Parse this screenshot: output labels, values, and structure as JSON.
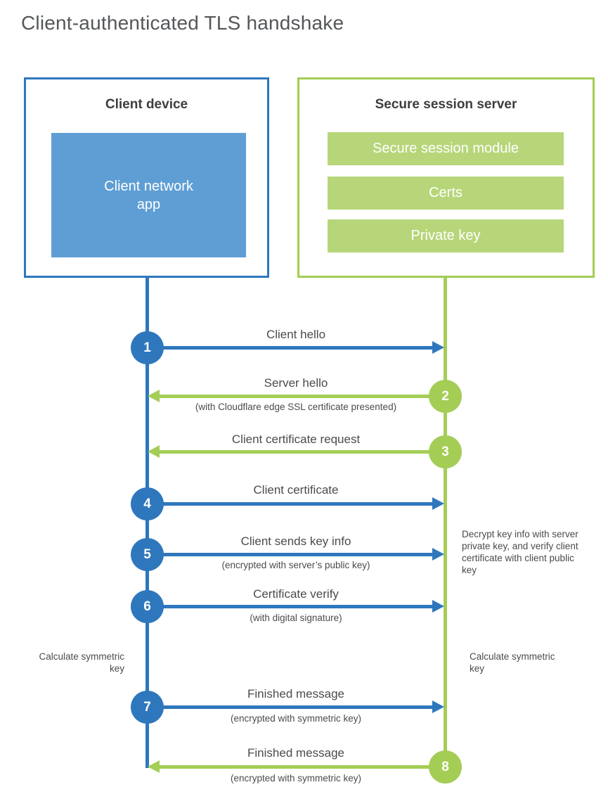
{
  "title": "Client-authenticated TLS handshake",
  "colors": {
    "client_blue": "#2e77bd",
    "client_blue_fill": "#5f9ed5",
    "server_green": "#a4cd55",
    "server_green_fill": "#b7d679"
  },
  "client": {
    "title": "Client device",
    "app_label": "Client network app"
  },
  "server": {
    "title": "Secure session server",
    "modules": [
      "Secure session module",
      "Certs",
      "Private key"
    ]
  },
  "steps": [
    {
      "num": "1",
      "from": "client",
      "direction": "right",
      "label": "Client hello",
      "sub": ""
    },
    {
      "num": "2",
      "from": "server",
      "direction": "left",
      "label": "Server hello",
      "sub": "(with Cloudflare edge SSL certificate presented)"
    },
    {
      "num": "3",
      "from": "server",
      "direction": "left",
      "label": "Client certificate request",
      "sub": ""
    },
    {
      "num": "4",
      "from": "client",
      "direction": "right",
      "label": "Client certificate",
      "sub": ""
    },
    {
      "num": "5",
      "from": "client",
      "direction": "right",
      "label": "Client sends key info",
      "sub": "(encrypted with server’s public key)"
    },
    {
      "num": "6",
      "from": "client",
      "direction": "right",
      "label": "Certificate verify",
      "sub": "(with digital signature)"
    },
    {
      "num": "7",
      "from": "client",
      "direction": "right",
      "label": "Finished message",
      "sub": "(encrypted with symmetric key)"
    },
    {
      "num": "8",
      "from": "server",
      "direction": "left",
      "label": "Finished message",
      "sub": "(encrypted with symmetric key)"
    }
  ],
  "annotations": {
    "decrypt_note": "Decrypt key info with server private key, and verify client certificate with client public key",
    "calc_left": "Calculate symmetric key",
    "calc_right": "Calculate symmetric key"
  }
}
